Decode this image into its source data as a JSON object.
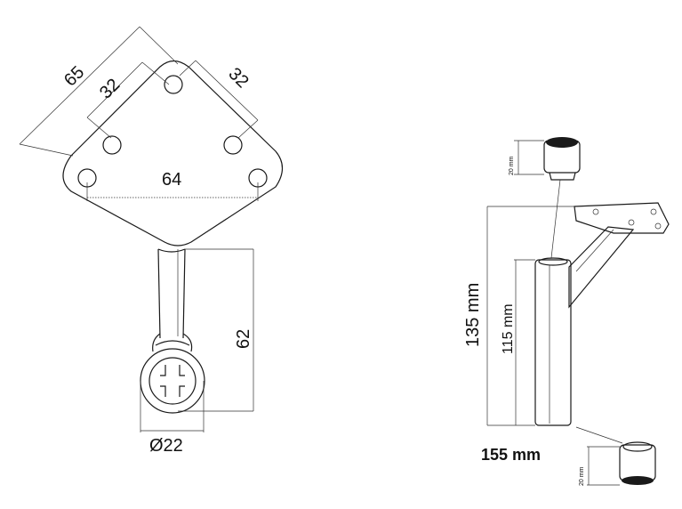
{
  "left_view": {
    "dim_diagonal": "65",
    "dim_left_hole": "32",
    "dim_right_hole": "32",
    "dim_hole_spacing": "64",
    "dim_height": "62",
    "dim_diameter": "Ø22"
  },
  "right_view": {
    "dim_total_height": "135 mm",
    "dim_tube_height": "115 mm",
    "dim_base": "155 mm",
    "dim_top_cap": "20 mm",
    "dim_bottom_cap": "20 mm"
  }
}
